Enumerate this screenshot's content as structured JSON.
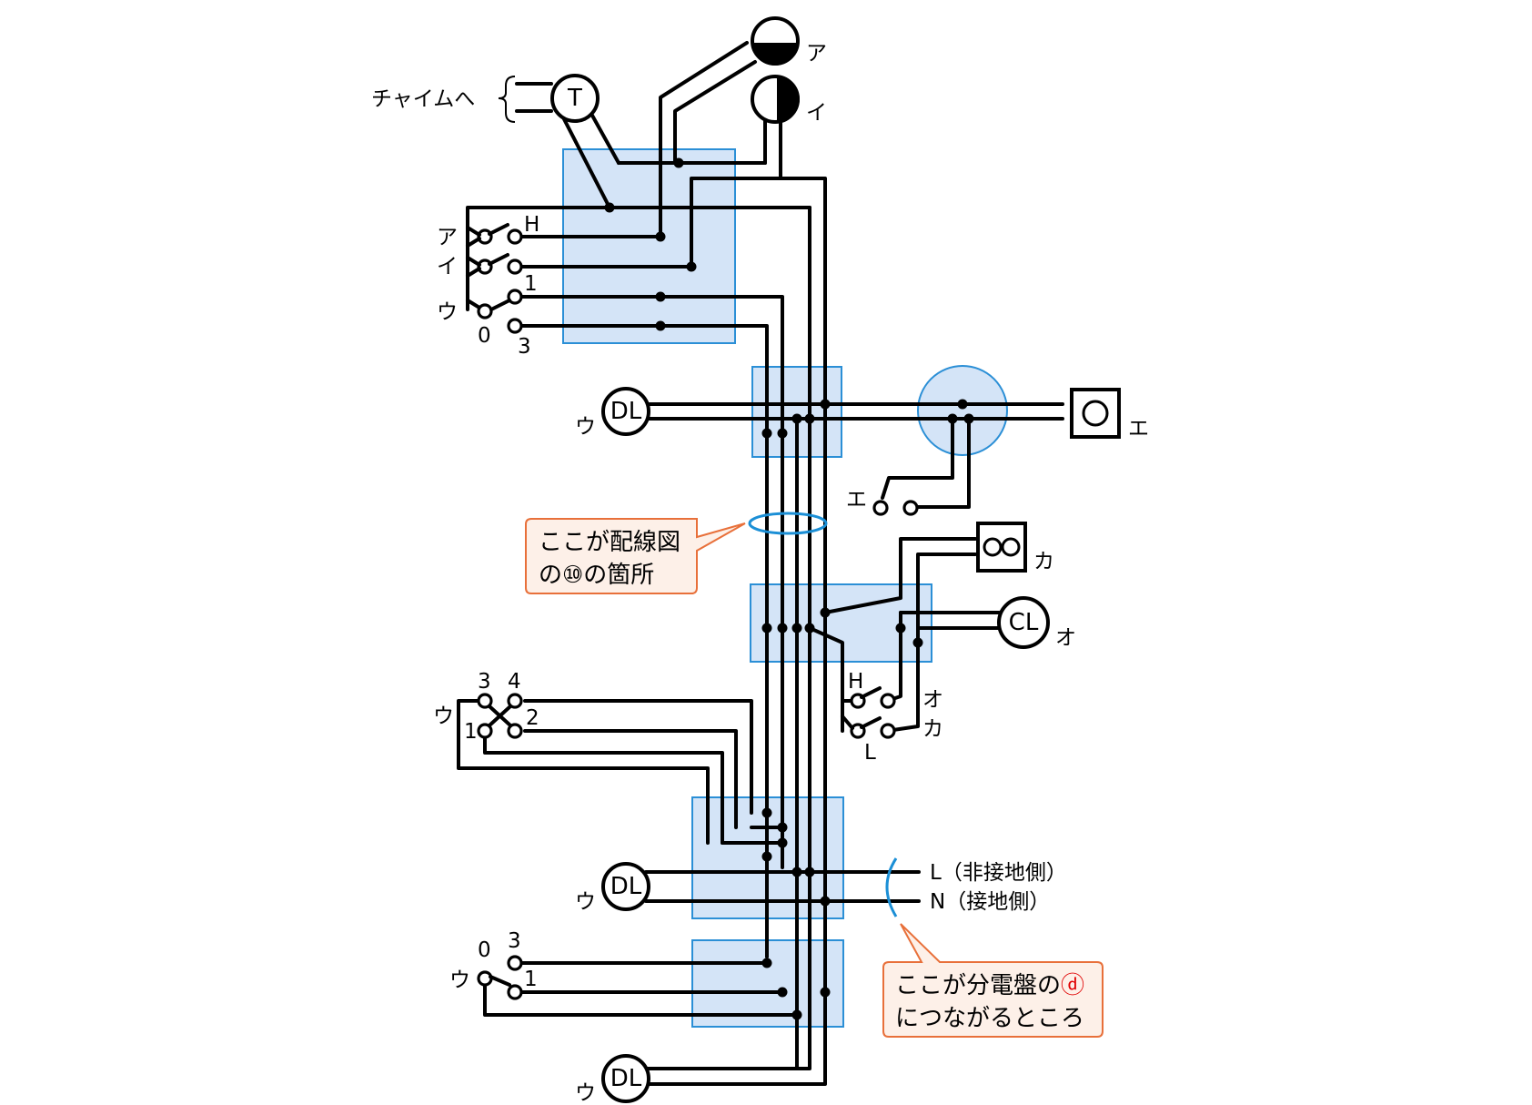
{
  "devices": {
    "lamp_a": "ア",
    "lamp_i": "イ",
    "chime_transformer": "T",
    "chime_label": "チャイムへ",
    "dl_label": "DL",
    "dl_a_tag": "ウ",
    "dl_b_tag": "ウ",
    "dl_c_tag": "ウ",
    "outlet_e_tag": "エ",
    "switch_e_tag": "エ",
    "outlet_ka_tag": "カ",
    "cl_label": "CL",
    "cl_tag": "オ"
  },
  "switches_top": {
    "a_tag": "ア",
    "i_tag": "イ",
    "u_tag": "ウ",
    "h": "H",
    "n1": "1",
    "n0": "0",
    "n3": "3"
  },
  "switches_ok": {
    "h": "H",
    "o_tag": "オ",
    "ka_tag": "カ",
    "l": "L"
  },
  "switch_4way": {
    "u_tag": "ウ",
    "n3": "3",
    "n4": "4",
    "n1": "1",
    "n2": "2"
  },
  "switch_3way_bottom": {
    "u_tag": "ウ",
    "n0": "0",
    "n3": "3",
    "n1": "1"
  },
  "supply": {
    "l_label": "L（非接地側）",
    "n_label": "N（接地側）"
  },
  "callouts": {
    "c1_line1": "ここが配線図",
    "c1_line2": "の⑩の箇所",
    "c2_line1": "ここが分電盤の",
    "c2_mark": "ⓓ",
    "c2_line2": "につながるところ"
  }
}
